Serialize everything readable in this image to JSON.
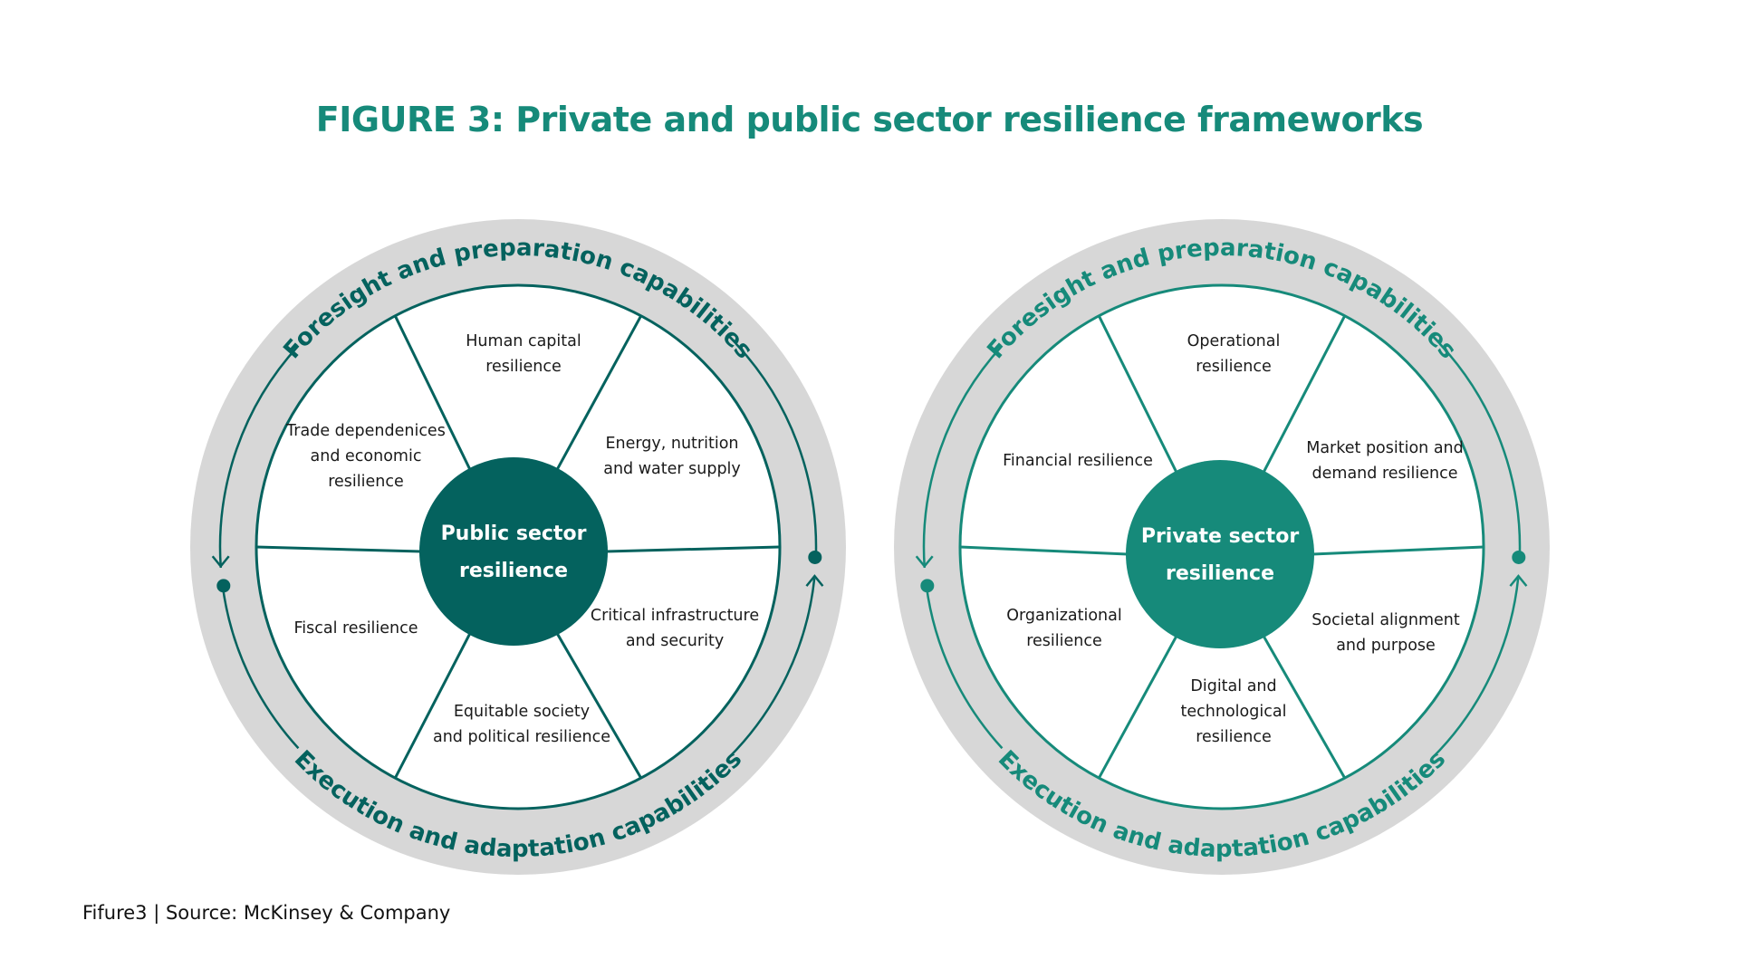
{
  "title": "FIGURE 3: Private and public sector resilience frameworks",
  "footer": "Fifure3 | Source: McKinsey & Company",
  "colors": {
    "title": "#168a7a",
    "ring": "#d7d7d7",
    "public_accent": "#04625e",
    "private_accent": "#168a7a",
    "label_text": "#1a1a1a"
  },
  "frameworks": [
    {
      "id": "public",
      "accent": "#04625e",
      "hub_lines": [
        "Public sector",
        "resilience"
      ],
      "outer_top": "Foresight and preparation capabilities",
      "outer_bottom": "Execution and adaptation capabilities",
      "segments": [
        {
          "position": "top",
          "lines": [
            "Human capital",
            "resilience"
          ]
        },
        {
          "position": "upper-right",
          "lines": [
            "Energy, nutrition",
            "and water supply"
          ]
        },
        {
          "position": "lower-right",
          "lines": [
            "Critical infrastructure",
            "and security"
          ]
        },
        {
          "position": "bottom",
          "lines": [
            "Equitable society",
            "and political resilience"
          ]
        },
        {
          "position": "lower-left",
          "lines": [
            "Fiscal resilience"
          ]
        },
        {
          "position": "upper-left",
          "lines": [
            "Trade dependenices",
            "and economic",
            "resilience"
          ]
        }
      ]
    },
    {
      "id": "private",
      "accent": "#168a7a",
      "hub_lines": [
        "Private sector",
        "resilience"
      ],
      "outer_top": "Foresight and preparation capabilities",
      "outer_bottom": "Execution and adaptation capabilities",
      "segments": [
        {
          "position": "top",
          "lines": [
            "Operational",
            "resilience"
          ]
        },
        {
          "position": "upper-right",
          "lines": [
            "Market position and",
            "demand resilience"
          ]
        },
        {
          "position": "lower-right",
          "lines": [
            "Societal alignment",
            "and purpose"
          ]
        },
        {
          "position": "bottom",
          "lines": [
            "Digital and",
            "technological",
            "resilience"
          ]
        },
        {
          "position": "lower-left",
          "lines": [
            "Organizational",
            "resilience"
          ]
        },
        {
          "position": "upper-left",
          "lines": [
            "Financial  resilience"
          ]
        }
      ]
    }
  ]
}
